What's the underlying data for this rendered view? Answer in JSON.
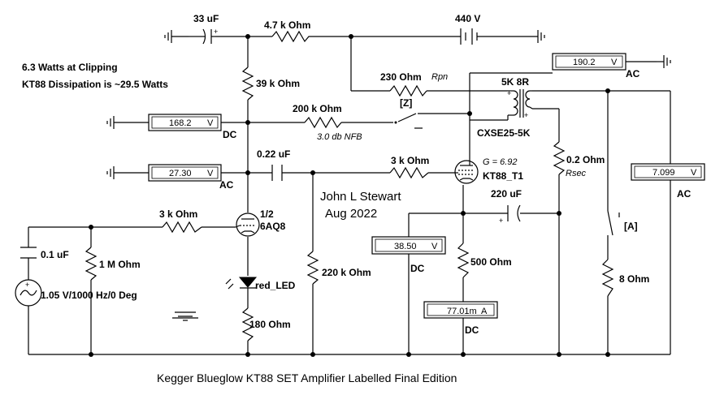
{
  "title": "Kegger Blueglow KT88 SET Amplifier Labelled Final Edition",
  "notes": {
    "line1": "6.3 Watts at Clipping",
    "line2": "KT88 Dissipation is ~29.5 Watts"
  },
  "author": {
    "name": "John L Stewart",
    "date": "Aug 2022"
  },
  "components": {
    "c_33uf": "33 uF",
    "r_4k7": "4.7 k Ohm",
    "supply": "440 V",
    "r_39k": "39 k Ohm",
    "r_230": "230  Ohm",
    "rpn": "Rpn",
    "z_label": "[Z]",
    "r_200k": "200 k Ohm",
    "nfb": "3.0 db NFB",
    "c_022uf": "0.22 uF",
    "r_3k_grid": "3 k Ohm",
    "r_3k_input": "3 k Ohm",
    "tube1_a": "1/2",
    "tube1_b": "6AQ8",
    "led": "red_LED",
    "r_180": "180  Ohm",
    "r_1m": "1 M Ohm",
    "c_01uf": "0.1 uF",
    "source": "1.05 V/1000 Hz/0 Deg",
    "r_220k": "220 k Ohm",
    "kt88_gain": "G = 6.92",
    "kt88": "KT88_T1",
    "c_220uf": "220 uF",
    "r_500": "500  Ohm",
    "transformer_ratio": "5K 8R",
    "transformer": "CXSE25-5K",
    "r_sec": "0.2  Ohm",
    "rsec": "Rsec",
    "switch_a": "[A]",
    "r_8": "8  Ohm"
  },
  "meters": {
    "m_190": {
      "value": "190.2",
      "unit": "V",
      "mode": "AC"
    },
    "m_168": {
      "value": "168.2",
      "unit": "V",
      "mode": "DC"
    },
    "m_27": {
      "value": "27.30",
      "unit": "V",
      "mode": "AC"
    },
    "m_7": {
      "value": "7.099",
      "unit": "V",
      "mode": "AC"
    },
    "m_38": {
      "value": "38.50",
      "unit": "V",
      "mode": "DC"
    },
    "m_77": {
      "value": "77.01m",
      "unit": "A",
      "mode": "DC"
    }
  }
}
